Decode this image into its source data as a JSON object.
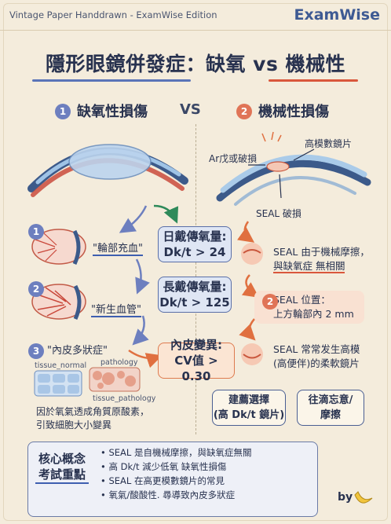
{
  "header": {
    "series": "Vintage Paper Handdrawn - ExamWise Edition",
    "brand": "ExamWise"
  },
  "title": "隱形眼鏡併發症：缺氧 vs 機械性",
  "vs": "VS",
  "left": {
    "number": "1",
    "title": "缺氧性損傷",
    "steps": [
      {
        "number": "1",
        "label": "\"輪部充血\""
      },
      {
        "number": "2",
        "label": "\"新生血管\""
      },
      {
        "number": "3",
        "label": "\"內皮多狀症\""
      }
    ],
    "tissue_normal": "tissue_normal",
    "pathology": "pathology",
    "tissue_pathology": "tissue_pathology",
    "note_line1": "因於氧氣透成角質原酸素，",
    "note_line2": "引致細胞大小變異"
  },
  "middle": {
    "box1_line1": "日戴傳氧量:",
    "box1_line2": "Dk/t > 24",
    "box2_line1": "長戴傳氧量:",
    "box2_line2": "Dk/t > 125",
    "box3_line1": "內皮變異:",
    "box3_line2": "CV值 > 0.30"
  },
  "right": {
    "number": "2",
    "title": "機械性損傷",
    "label_ar": "Ar戊或破損",
    "label_lens": "高模數鏡片",
    "label_seal_break": "SEAL 破損",
    "item1_line1": "SEAL 由于機械摩擦，",
    "item1_line2": "與缺氧症 無相關",
    "step2_number": "2",
    "step2_line1": "SEAL 位置：",
    "step2_line2": "上方輪部內 2 mm",
    "item3_line1": "SEAL 常常发生高模",
    "item3_line2": "(高便伴)的柔軟鏡片",
    "rec_line1": "建薦選擇",
    "rec_line2": "(高 Dk/t 鏡片)",
    "warn_line1": "往滴忘意/",
    "warn_line2": "摩擦"
  },
  "core": {
    "title_line1": "核心概念",
    "title_line2": "考試重點",
    "bullets": [
      "SEAL 是自機械摩擦，與缺氧症無關",
      "高 Dk/t 減少低氧 缺氧性損傷",
      "SEAL 在高更模數鏡片的常見",
      "氧氣/酸酸性. 尋導致內皮多狀症"
    ]
  },
  "signature": "by",
  "colors": {
    "background": "#f4ecdc",
    "navy": "#28324f",
    "blue_accent": "#5a74b8",
    "red_accent": "#d9573c",
    "orange_arrow": "#e07040",
    "green_arrow": "#2e8a5a"
  }
}
